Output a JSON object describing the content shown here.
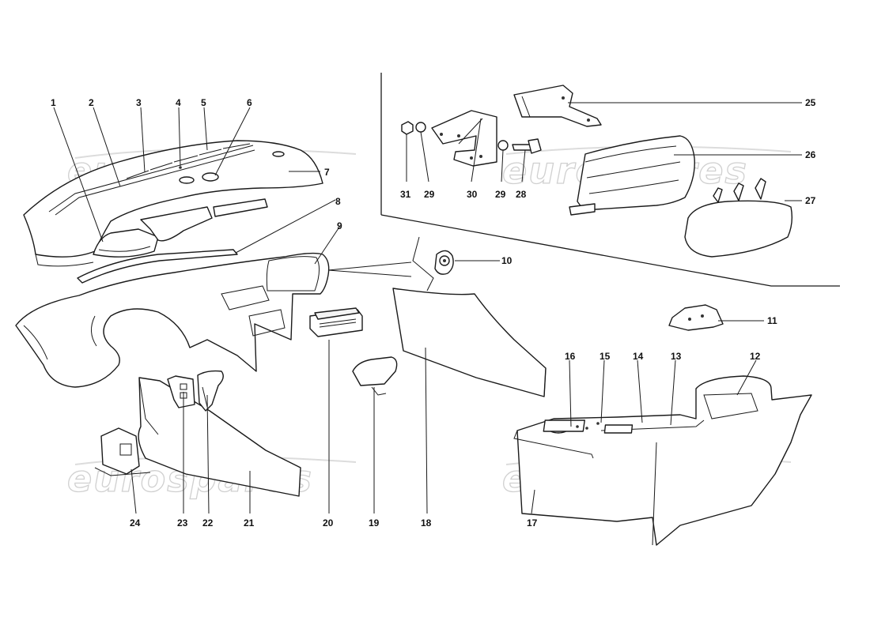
{
  "watermark": "eurospares",
  "callouts": [
    "1",
    "2",
    "3",
    "4",
    "5",
    "6",
    "7",
    "8",
    "9",
    "10",
    "11",
    "12",
    "13",
    "14",
    "15",
    "16",
    "17",
    "18",
    "19",
    "20",
    "21",
    "22",
    "23",
    "24",
    "25",
    "26",
    "27",
    "28",
    "29",
    "29",
    "30",
    "31"
  ]
}
